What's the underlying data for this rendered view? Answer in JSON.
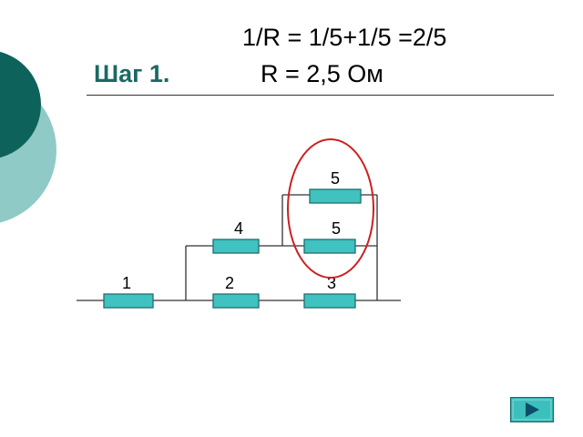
{
  "slide": {
    "formula": "1/R = 1/5+1/5 =2/5",
    "step": "Шаг 1.",
    "result": "R = 2,5 Ом"
  },
  "resistors": [
    {
      "label": "1"
    },
    {
      "label": "2"
    },
    {
      "label": "3"
    },
    {
      "label": "4"
    },
    {
      "label": "5"
    },
    {
      "label": "5"
    }
  ],
  "colors": {
    "resistor_fill": "#3fc2c0",
    "resistor_stroke": "#1e6e6e",
    "highlight_circle": "#cc2020",
    "title_accent": "#1a6a63",
    "deco_dark": "#0e625c",
    "deco_light": "#8fcac6"
  },
  "navigation": {
    "next_icon": "play-arrow-icon"
  }
}
